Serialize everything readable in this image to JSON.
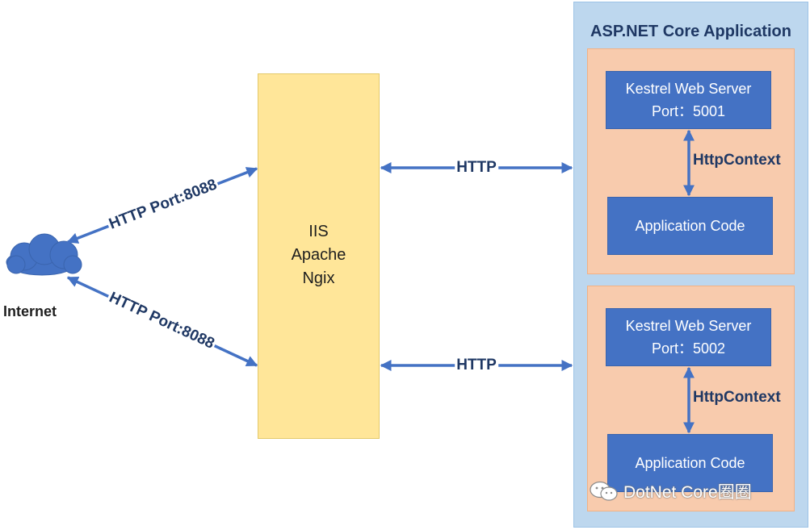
{
  "app_container": {
    "title": "ASP.NET Core Application"
  },
  "proxy": {
    "lines": [
      "IIS",
      "Apache",
      "Ngix"
    ]
  },
  "internet": {
    "label": "Internet"
  },
  "links": {
    "internet_upper": "HTTP Port:8088",
    "internet_lower": "HTTP Port:8088",
    "proxy_upper": "HTTP",
    "proxy_lower": "HTTP"
  },
  "instances": [
    {
      "server_name": "Kestrel Web Server",
      "server_port": "Port：5001",
      "context_label": "HttpContext",
      "app_code": "Application Code"
    },
    {
      "server_name": "Kestrel Web Server",
      "server_port": "Port：5002",
      "context_label": "HttpContext",
      "app_code": "Application Code"
    }
  ],
  "watermark": {
    "text": "DotNet Core圈圈"
  },
  "colors": {
    "arrow": "#4472c4",
    "app_background": "#bdd7ee",
    "instance_background": "#f8cbad",
    "proxy_background": "#ffe699",
    "box_blue": "#4472c4"
  }
}
